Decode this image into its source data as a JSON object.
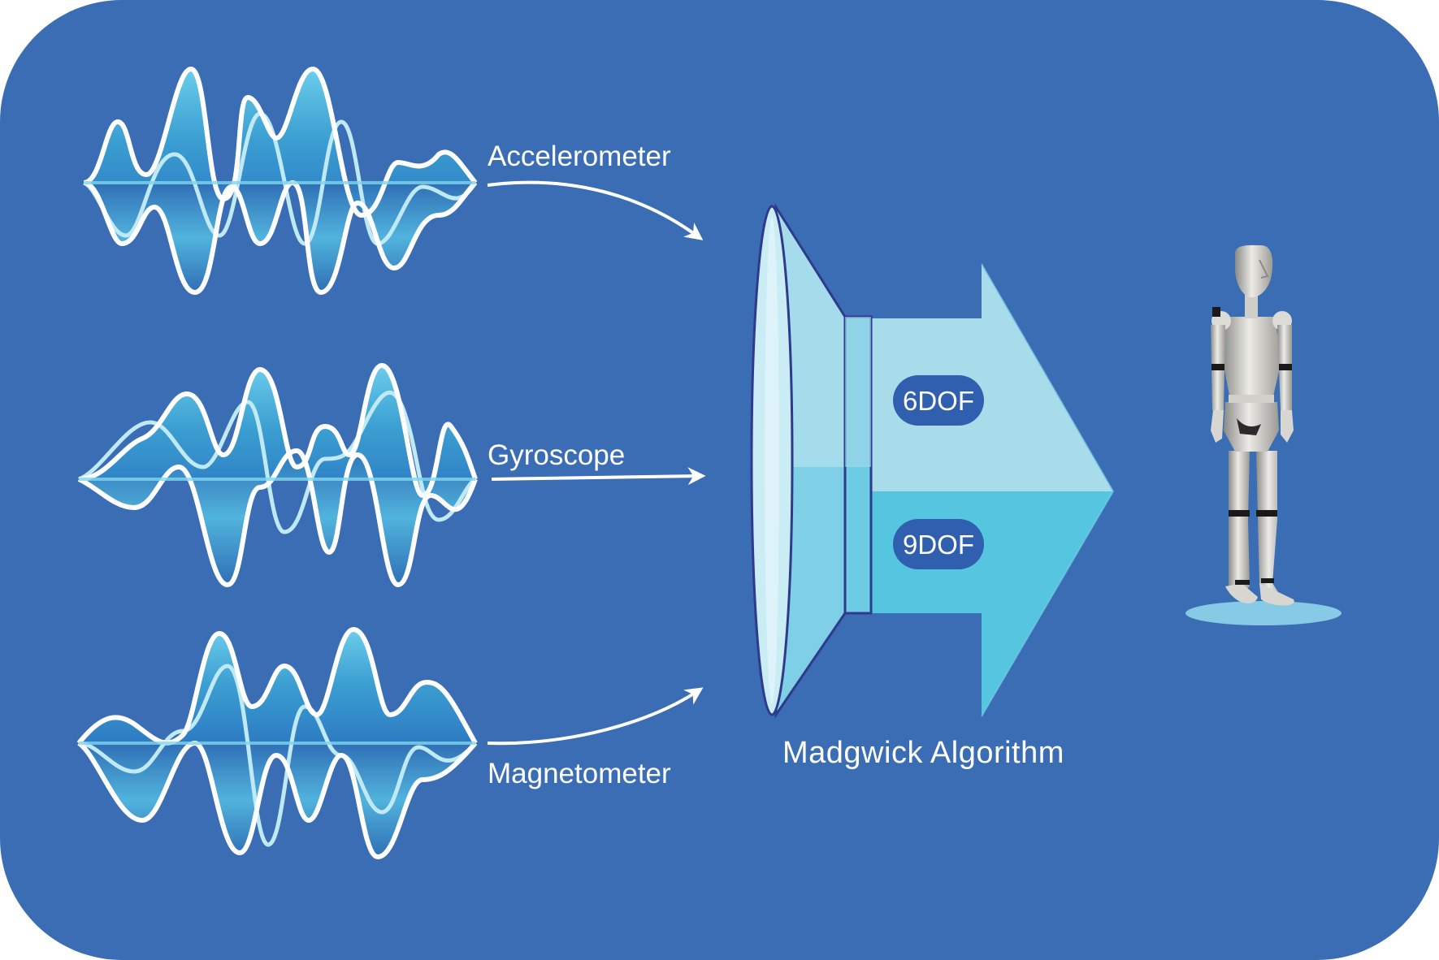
{
  "sensors": {
    "accelerometer": "Accelerometer",
    "gyroscope": "Gyroscope",
    "magnetometer": "Magnetometer"
  },
  "algorithm": {
    "label": "Madgwick Algorithm",
    "output_6": "6DOF",
    "output_9": "9DOF"
  },
  "colors": {
    "background": "#3a6db4",
    "wave_fill": "#4fbfe0",
    "funnel_light": "#a9dcea",
    "funnel_mid": "#55c5e0",
    "pill": "#2f5fae",
    "text": "#ffffff"
  },
  "icons": {
    "output": "humanoid-figure-icon"
  }
}
